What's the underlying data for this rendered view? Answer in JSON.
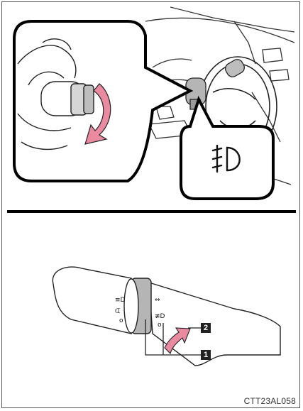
{
  "callouts": [
    {
      "number": "1"
    },
    {
      "number": "2"
    }
  ],
  "caption": "CTT23AL058",
  "icons": {
    "fog_light_symbol": "front-fog-light-icon"
  },
  "colors": {
    "arrow_pink": "#e98aa0",
    "ring_gray": "#bdbdbd",
    "callout_box": "#222222",
    "line": "#222222"
  }
}
